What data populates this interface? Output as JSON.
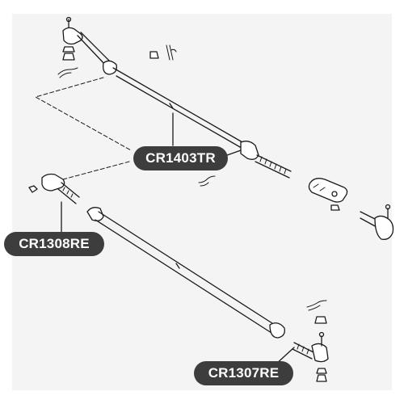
{
  "callouts": {
    "drag_link": "CR1403TR",
    "left_tie_rod_end": "CR1308RE",
    "right_tie_rod_end": "CR1307RE"
  },
  "colors": {
    "line": "#1a1a1a",
    "callout_bg": "#3d3d3d",
    "callout_text": "#ffffff",
    "panel_bg": "#f4f4f4"
  }
}
